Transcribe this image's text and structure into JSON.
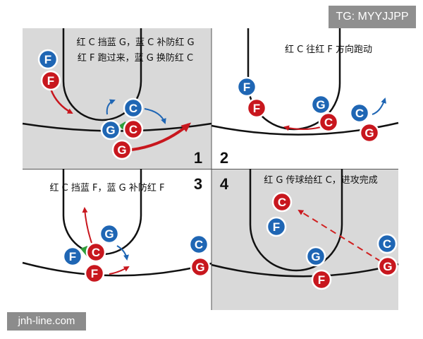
{
  "watermarks": {
    "top": "TG: MYYJJPP",
    "bottom": "jnh-line.com"
  },
  "colors": {
    "court": "#d9d9d9",
    "red": "#c8171e",
    "blue": "#1f66b4",
    "line": "#111111",
    "screen": "#2e9e3a",
    "pass": "#d02020"
  },
  "panels": [
    {
      "id": "1",
      "number": "1",
      "caption": [
        "红 C 挡蓝 G，蓝 C 补防红 G",
        "红 F 跑过来，蓝 G 换防红 C"
      ],
      "shaded": true
    },
    {
      "id": "2",
      "number": "2",
      "caption": [
        "红 C 往红 F 方向跑动"
      ],
      "shaded": false
    },
    {
      "id": "3",
      "number": "3",
      "caption": [
        "红 C 挡蓝 F，蓝 G 补防红 F"
      ],
      "shaded": false
    },
    {
      "id": "4",
      "number": "4",
      "caption": [
        "红 G 传球给红 C，进攻完成"
      ],
      "shaded": true
    }
  ],
  "players": [
    {
      "panel": "1",
      "team": "blue",
      "label": "F"
    },
    {
      "panel": "1",
      "team": "red",
      "label": "F"
    },
    {
      "panel": "1",
      "team": "blue",
      "label": "C"
    },
    {
      "panel": "1",
      "team": "blue",
      "label": "G"
    },
    {
      "panel": "1",
      "team": "red",
      "label": "C"
    },
    {
      "panel": "1",
      "team": "red",
      "label": "G"
    },
    {
      "panel": "2",
      "team": "blue",
      "label": "F"
    },
    {
      "panel": "2",
      "team": "red",
      "label": "F"
    },
    {
      "panel": "2",
      "team": "blue",
      "label": "G"
    },
    {
      "panel": "2",
      "team": "red",
      "label": "C"
    },
    {
      "panel": "2",
      "team": "blue",
      "label": "C"
    },
    {
      "panel": "2",
      "team": "red",
      "label": "G"
    },
    {
      "panel": "3",
      "team": "blue",
      "label": "G"
    },
    {
      "panel": "3",
      "team": "blue",
      "label": "F"
    },
    {
      "panel": "3",
      "team": "red",
      "label": "C"
    },
    {
      "panel": "3",
      "team": "red",
      "label": "F"
    },
    {
      "panel": "3",
      "team": "blue",
      "label": "C"
    },
    {
      "panel": "3",
      "team": "red",
      "label": "G"
    },
    {
      "panel": "4",
      "team": "red",
      "label": "C"
    },
    {
      "panel": "4",
      "team": "blue",
      "label": "F"
    },
    {
      "panel": "4",
      "team": "blue",
      "label": "G"
    },
    {
      "panel": "4",
      "team": "red",
      "label": "F"
    },
    {
      "panel": "4",
      "team": "blue",
      "label": "C"
    },
    {
      "panel": "4",
      "team": "red",
      "label": "G"
    }
  ]
}
